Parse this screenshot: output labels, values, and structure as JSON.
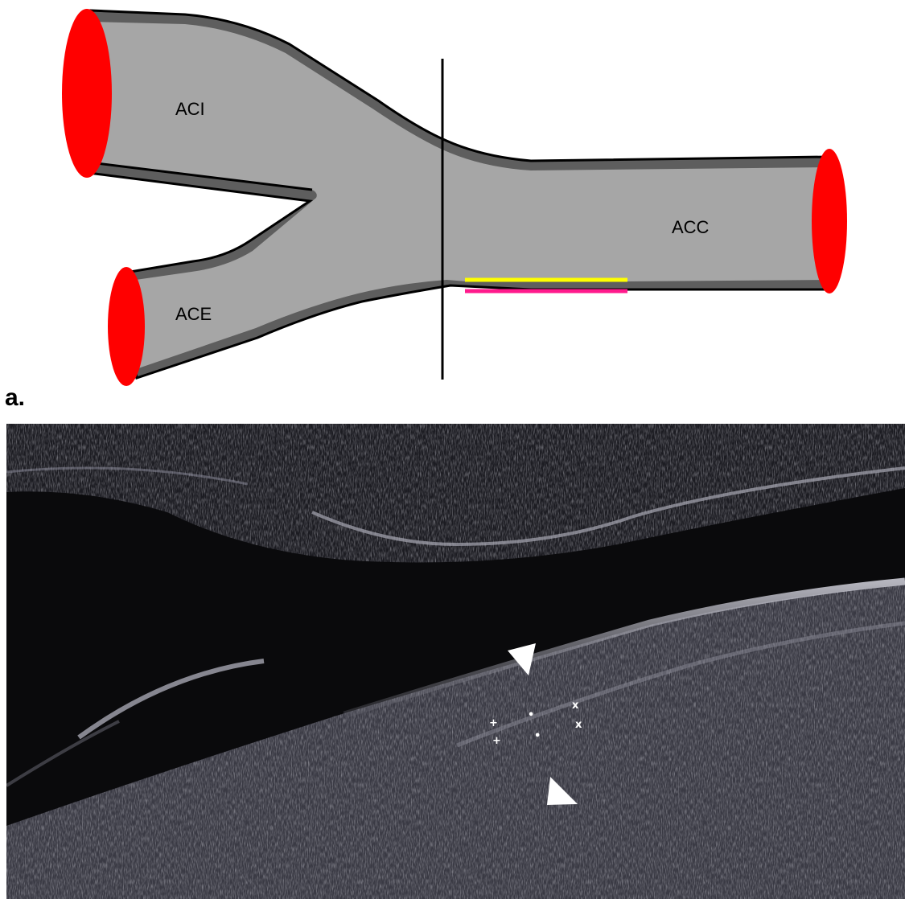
{
  "diagram": {
    "labels": {
      "aci": "ACI",
      "ace": "ACE",
      "acc": "ACC"
    },
    "colors": {
      "vessel_fill": "#a6a6a6",
      "vessel_wall": "#5e5e5e",
      "outline": "#000000",
      "vessel_end": "#ff0000",
      "measure_upper": "#ffff00",
      "measure_lower": "#ff1a8c"
    }
  },
  "panel_label": "a.",
  "ultrasound": {
    "caliper_marks": [
      "+",
      "+",
      "•",
      "•",
      "x",
      "x"
    ],
    "colors": {
      "background": "#0a0a0c",
      "tissue": "#8a8a96",
      "arrowhead": "#ffffff"
    }
  }
}
